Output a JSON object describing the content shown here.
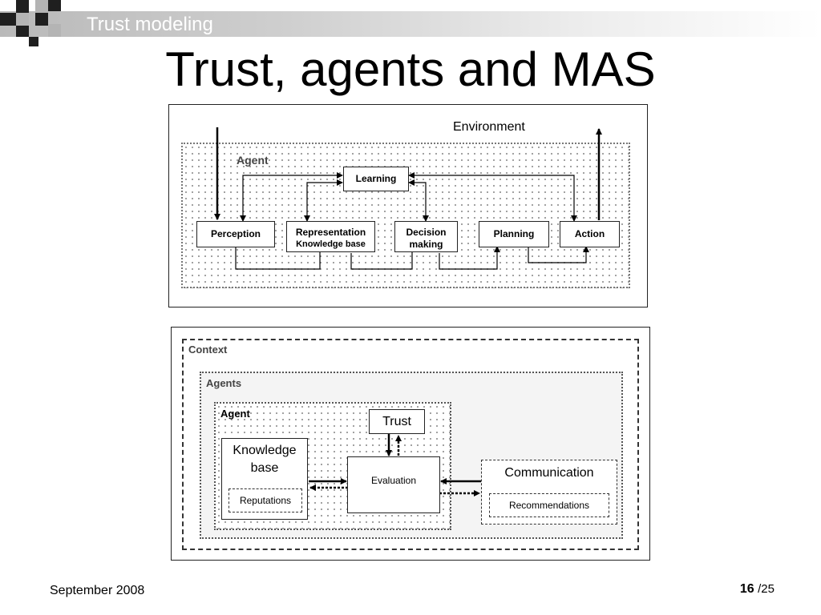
{
  "header": {
    "section": "Trust modeling",
    "title": "Trust, agents and MAS"
  },
  "footer": {
    "date": "September 2008",
    "page": "16",
    "total": "/25"
  },
  "diagram1": {
    "environment": "Environment",
    "agent": "Agent",
    "learning": "Learning",
    "perception": "Perception",
    "representation": "Representation",
    "knowledge_base": "Knowledge base",
    "decision": "Decision",
    "making": "making",
    "planning": "Planning",
    "action": "Action"
  },
  "diagram2": {
    "context": "Context",
    "agents": "Agents",
    "agent": "Agent",
    "trust": "Trust",
    "knowledge": "Knowledge",
    "base": "base",
    "reputations": "Reputations",
    "evaluation": "Evaluation",
    "communication": "Communication",
    "recommendations": "Recommendations"
  },
  "colors": {
    "header_gradient_start": "#b9b9b9",
    "dots": "#8a8a8a",
    "dark_square": "#1f1f1f"
  }
}
